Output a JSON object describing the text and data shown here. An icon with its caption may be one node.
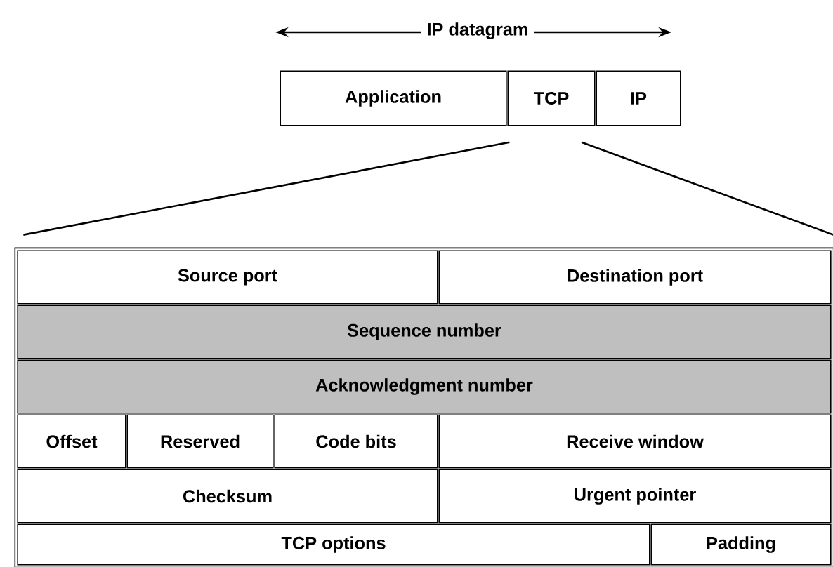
{
  "diagram": {
    "nodes": [
      {
        "text": [
          "Application"
        ]
      },
      {
        "text": [
          "TCP"
        ]
      },
      {
        "text": [
          "IP"
        ]
      },
      {
        "text": [],
        "shape": "box"
      },
      {
        "text": [
          "Source port"
        ],
        "in": 3
      },
      {
        "text": [
          "Destination port"
        ],
        "in": 3
      },
      {
        "text": [
          "Sequence number"
        ],
        "in": 3
      },
      {
        "text": [
          "Acknowledgment number"
        ],
        "in": 3
      },
      {
        "text": [
          "Offset"
        ],
        "in": 3
      },
      {
        "text": [
          "Reserved"
        ],
        "in": 3
      },
      {
        "text": [
          "Code bits"
        ],
        "in": 3
      },
      {
        "text": [
          "Receive window"
        ],
        "in": 3
      },
      {
        "text": [
          "Checksum"
        ],
        "in": 3
      },
      {
        "text": [
          "Urgent pointer"
        ],
        "in": 3
      },
      {
        "text": [
          "TCP options"
        ],
        "in": 3
      },
      {
        "text": [
          "Padding"
        ],
        "in": 3
      }
    ],
    "edges": [
      {
        "from": 1,
        "to": 3,
        "arrow": "none"
      },
      {
        "from": 1,
        "to": 3,
        "arrow": "none"
      }
    ],
    "labels": [
      "IP datagram"
    ]
  }
}
